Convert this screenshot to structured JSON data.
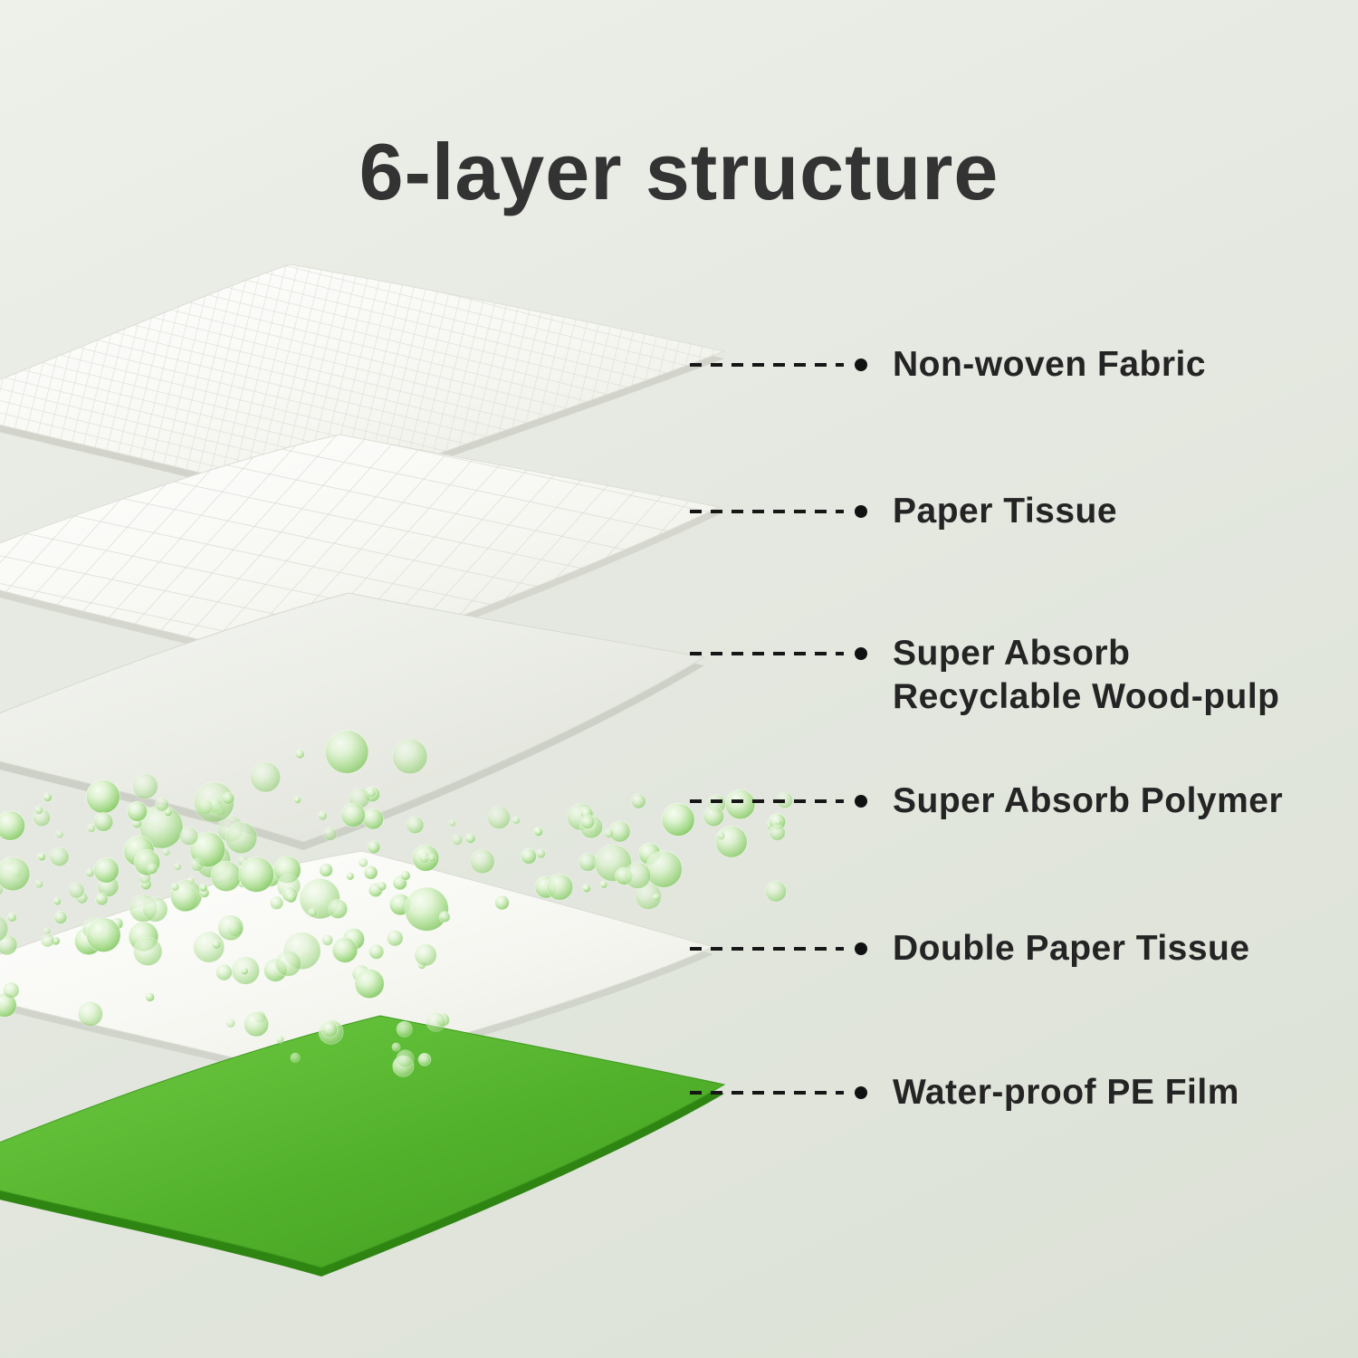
{
  "title": "6-layer structure",
  "colors": {
    "background_top": "#eef0ea",
    "background_bottom": "#dce1d6",
    "title_text": "#333333",
    "label_text": "#242424",
    "connector": "#161616",
    "sheet_white": "#fafaf6",
    "pe_film_green": "#4aa825",
    "polymer_bead_green": "#a8db8e"
  },
  "layers": [
    {
      "name": "non-woven-fabric",
      "label": "Non-woven Fabric"
    },
    {
      "name": "paper-tissue",
      "label": "Paper Tissue"
    },
    {
      "name": "super-absorb-recyclable-wood-pulp",
      "label": "Super Absorb\nRecyclable Wood-pulp"
    },
    {
      "name": "super-absorb-polymer",
      "label": "Super Absorb Polymer"
    },
    {
      "name": "double-paper-tissue",
      "label": "Double Paper Tissue"
    },
    {
      "name": "water-proof-pe-film",
      "label": "Water-proof PE Film"
    }
  ]
}
